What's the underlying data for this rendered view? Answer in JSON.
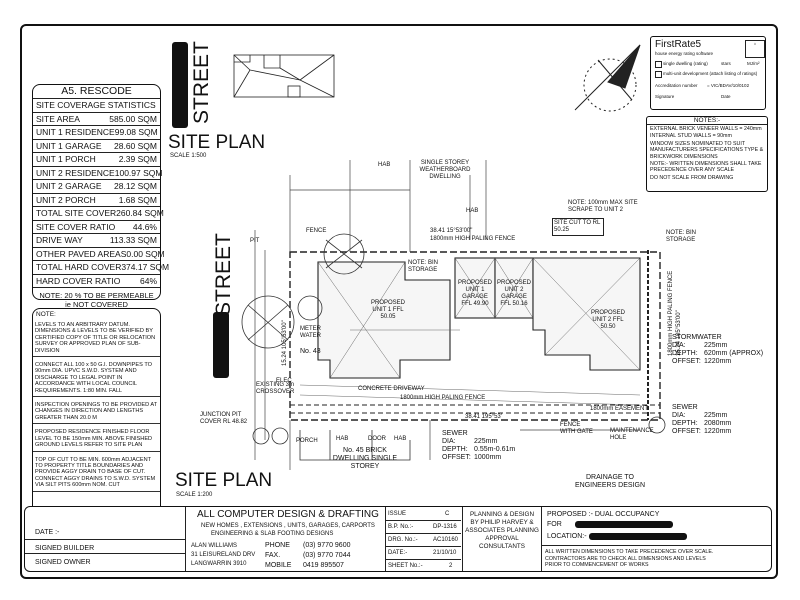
{
  "rescode": {
    "title": "A5. RESCODE",
    "subtitle": "SITE COVERAGE STATISTICS",
    "rows": [
      {
        "label": "SITE AREA",
        "value": "585.00 SQM"
      },
      {
        "label": "UNIT 1 RESIDENCE",
        "value": "99.08 SQM"
      },
      {
        "label": "UNIT 1 GARAGE",
        "value": "28.60 SQM"
      },
      {
        "label": "UNIT 1 PORCH",
        "value": "2.39 SQM"
      },
      {
        "label": "UNIT 2 RESIDENCE",
        "value": "100.97 SQM"
      },
      {
        "label": "UNIT 2 GARAGE",
        "value": "28.12 SQM"
      },
      {
        "label": "UNIT 2 PORCH",
        "value": "1.68 SQM"
      },
      {
        "label": "TOTAL SITE COVER",
        "value": "260.84 SQM"
      },
      {
        "label": "SITE COVER RATIO",
        "value": "44.6%"
      },
      {
        "label": "DRIVE WAY",
        "value": "113.33 SQM"
      },
      {
        "label": "OTHER PAVED AREAS",
        "value": "0.00 SQM"
      },
      {
        "label": "TOTAL HARD COVER",
        "value": "374.17 SQM"
      },
      {
        "label": "HARD COVER RATIO",
        "value": "64%"
      }
    ],
    "note": "NOTE: 20 % TO BE PERMEABLE ie NOT COVERED"
  },
  "notes_left": {
    "title": "NOTE:",
    "paragraphs": [
      "LEVELS TO AN ARBITRARY DATUM. DIMENSIONS & LEVELS TO BE VERIFIED BY CERTIFIED COPY OF TITLE OR RELOCATION SURVEY OR APPROVED PLAN OF SUB-DIVISION",
      "CONNECT ALL 100 x 50 G.I. DOWNPIPES TO 90mm DIA. UPVC S.W.D. SYSTEM AND DISCHARGE TO LEGAL POINT IN ACCORDANCE WITH LOCAL COUNCIL REQUIREMENTS. 1:80 MIN. FALL",
      "INSPECTION OPENINGS TO BE PROVIDED AT CHANGES IN DIRECTION AND LENGTHS GREATER THAN 20.0 M",
      "PROPOSED RESIDENCE FINISHED FLOOR LEVEL TO BE 150mm MIN. ABOVE FINISHED GROUND LEVELS REFER TO SITE PLAN",
      "TOP OF CUT TO BE MIN. 600mm ADJACENT TO PROPERTY TITLE BOUNDARIES AND PROVIDE AGGY DRAIN TO BASE OF CUT. CONNECT AGGY DRAINS TO S.W.D. SYSTEM VIA SILT PITS 600mm NOM. CUT"
    ]
  },
  "firstrate": {
    "title": "FirstRate5",
    "subtitle": "house energy rating software",
    "line1": "single dwelling (rating)",
    "stars": "stars",
    "area_unit": "MJ/m²",
    "line2": "multi-unit development (attach listing of ratings)",
    "accreditation_label": "Accreditation number",
    "accreditation_value": "= VIC/BDAV/10/0102",
    "signature_label": "Signature",
    "date_label": "Date"
  },
  "notes_right": {
    "title": "NOTES:-",
    "lines": [
      "EXTERNAL BRICK VENEER WALLS = 240mm",
      "INTERNAL STUD WALLS = 90mm",
      "WINDOW SIZES NOMINATED TO SUIT MANUFACTURERS SPECIFICATIONS TYPE & BRICKWORK DIMENSIONS",
      "NOTE:- WRITTEN DIMENSIONS SHALL TAKE PRECEDENCE OVER ANY SCALE",
      "DO NOT SCALE FROM DRAWING"
    ]
  },
  "plan": {
    "street_top": "STREET",
    "street_left": "STREET",
    "site_plan_top": "SITE PLAN",
    "scale_top": "SCALE 1:500",
    "site_plan_bottom": "SITE PLAN",
    "scale_bottom": "SCALE 1:200",
    "north": "N",
    "labels": {
      "hab": "HAB",
      "single_storey": "SINGLE STOREY WEATHERBOARD DWELLING",
      "fence": "FENCE",
      "bearing_top": "38.41 15°53'00\"",
      "paling_top": "1800mm HIGH PALING FENCE",
      "site_cut": "SITE CUT TO RL 50.25",
      "note_site": "NOTE: 100mm MAX SITE SCRAPE TO UNIT 2",
      "note_bin1": "NOTE: BIN STORAGE",
      "note_bin2": "NOTE: BIN STORAGE",
      "unit1": "PROPOSED UNIT 1 FFL 50.05",
      "unit1_garage": "PROPOSED UNIT 1 GARAGE FFL 49.90",
      "unit2_garage": "PROPOSED UNIT 2 GARAGE FFL 50.16",
      "unit2": "PROPOSED UNIT 2 FFL 50.50",
      "meter": "METER WATER",
      "no43": "No. 43",
      "crossover": "EXISTING 3m CROSSOVER",
      "driveway": "CONCRETE DRIVEWAY",
      "paling_mid": "1800mm HIGH PALING FENCE",
      "bearing_bot": "38.41 195°53'",
      "easement": "1800mm EASEMENT",
      "fence_gate": "FENCE WITH GATE",
      "maint": "MAINTENANCE HOLE",
      "junction": "JUNCTION PIT COVER RL 48.82",
      "porch": "PORCH",
      "door": "DOOR",
      "no45": "No. 45 BRICK DWELLING SINGLE STOREY",
      "pit": "PIT",
      "elec": "ELEC",
      "side_bearing": "15.24 105°53'00\"",
      "right_bearing": "15.24 105°53'00\"",
      "right_fence": "1800mm HIGH PALING FENCE"
    },
    "stormwater": {
      "title": "STORMWATER",
      "dia_label": "DIA:",
      "dia": "225mm",
      "depth_label": "DEPTH:",
      "depth": "620mm (APPROX)",
      "offset_label": "OFFSET:",
      "offset": "1220mm"
    },
    "sewer_right": {
      "title": "SEWER",
      "dia_label": "DIA:",
      "dia": "225mm",
      "depth_label": "DEPTH:",
      "depth": "2080mm",
      "offset_label": "OFFSET:",
      "offset": "1220mm"
    },
    "sewer_bottom": {
      "title": "SEWER",
      "dia_label": "DIA:",
      "dia": "225mm",
      "depth_label": "DEPTH:",
      "depth": "0.55m-0.61m",
      "offset_label": "OFFSET:",
      "offset": "1000mm"
    },
    "drainage": "DRAINAGE TO ENGINEERS DESIGN"
  },
  "title_block": {
    "date_label": "DATE :-",
    "signed_builder": "SIGNED BUILDER",
    "signed_owner": "SIGNED OWNER",
    "company": "ALL COMPUTER DESIGN & DRAFTING",
    "services1": "NEW HOMES , EXTENSIONS , UNITS, GARAGES, CARPORTS",
    "services2": "ENGINEERING & SLAB FOOTING DESIGNS",
    "person": "ALAN WILLIAMS",
    "address1": "31 LEISURELAND DRV",
    "address2": "LANGWARRIN 3910",
    "phone_label": "PHONE",
    "phone": "(03) 9770 9600",
    "fax_label": "FAX.",
    "fax": "(03) 9770 7044",
    "mobile_label": "MOBILE",
    "mobile": "0419 895507",
    "issue_label": "ISSUE",
    "issue": "C",
    "bp_label": "B.P. No.:-",
    "bp": "DP-1316",
    "drg_label": "DRG. No.:-",
    "drg": "AC10160",
    "date2_label": "DATE:-",
    "date2": "21/10/10",
    "sheet_label": "SHEET No.:-",
    "sheet": "2",
    "planning": "PLANNING & DESIGN BY PHILIP HARVEY & ASSOCIATES PLANNING APPROVAL CONSULTANTS",
    "proposed": "PROPOSED :- DUAL OCCUPANCY",
    "for_label": "FOR",
    "location_label": "LOCATION:-",
    "disclaimer": "ALL WRITTEN DIMENSIONS TO TAKE PRECEDENCE OVER SCALE. CONTRACTORS ARE TO CHECK ALL DIMENSIONS AND LEVELS PRIOR TO COMMENCEMENT OF WORKS"
  }
}
